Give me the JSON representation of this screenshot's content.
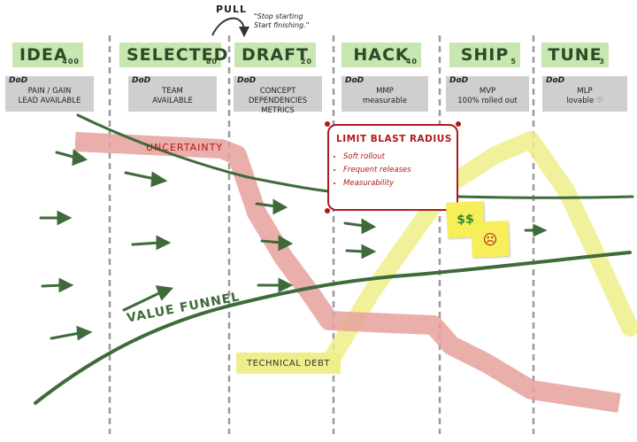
{
  "pull": {
    "label": "PULL",
    "quote": "\"Stop starting\nStart finishing.\""
  },
  "columns": [
    {
      "title": "IDEA",
      "wip": "400",
      "dod_tag": "DoD",
      "dod": "PAIN / GAIN\nLEAD AVAILABLE"
    },
    {
      "title": "SELECTED",
      "wip": "80",
      "dod_tag": "DoD",
      "dod": "TEAM\nAVAILABLE"
    },
    {
      "title": "DRAFT",
      "wip": "20",
      "dod_tag": "DoD",
      "dod": "CONCEPT\nDEPENDENCIES\nMETRICS"
    },
    {
      "title": "HACK",
      "wip": "40",
      "dod_tag": "DoD",
      "dod": "MMP\nmeasurable"
    },
    {
      "title": "SHIP",
      "wip": "5",
      "dod_tag": "DoD",
      "dod": "MVP\n100% rolled out"
    },
    {
      "title": "TUNE",
      "wip": "3",
      "dod_tag": "DoD",
      "dod": "MLP\nlovable ♡"
    }
  ],
  "labels": {
    "uncertainty": "UNCERTAINTY",
    "value_funnel": "VALUE FUNNEL",
    "technical_debt": "TECHNICAL DEBT"
  },
  "blast_radius": {
    "title": "LIMIT BLAST RADIUS",
    "items": [
      "Soft rollout",
      "Frequent releases",
      "Measurability"
    ]
  },
  "stickies": {
    "money": "$$",
    "sad": "☹"
  },
  "colors": {
    "header_green": "#c8e6b0",
    "dod_gray": "#cfcfcf",
    "funnel_green": "#3f6b3a",
    "uncertainty_red": "#e8a19c",
    "debt_yellow": "#f0ee8a",
    "blast_red": "#b01a1a"
  }
}
